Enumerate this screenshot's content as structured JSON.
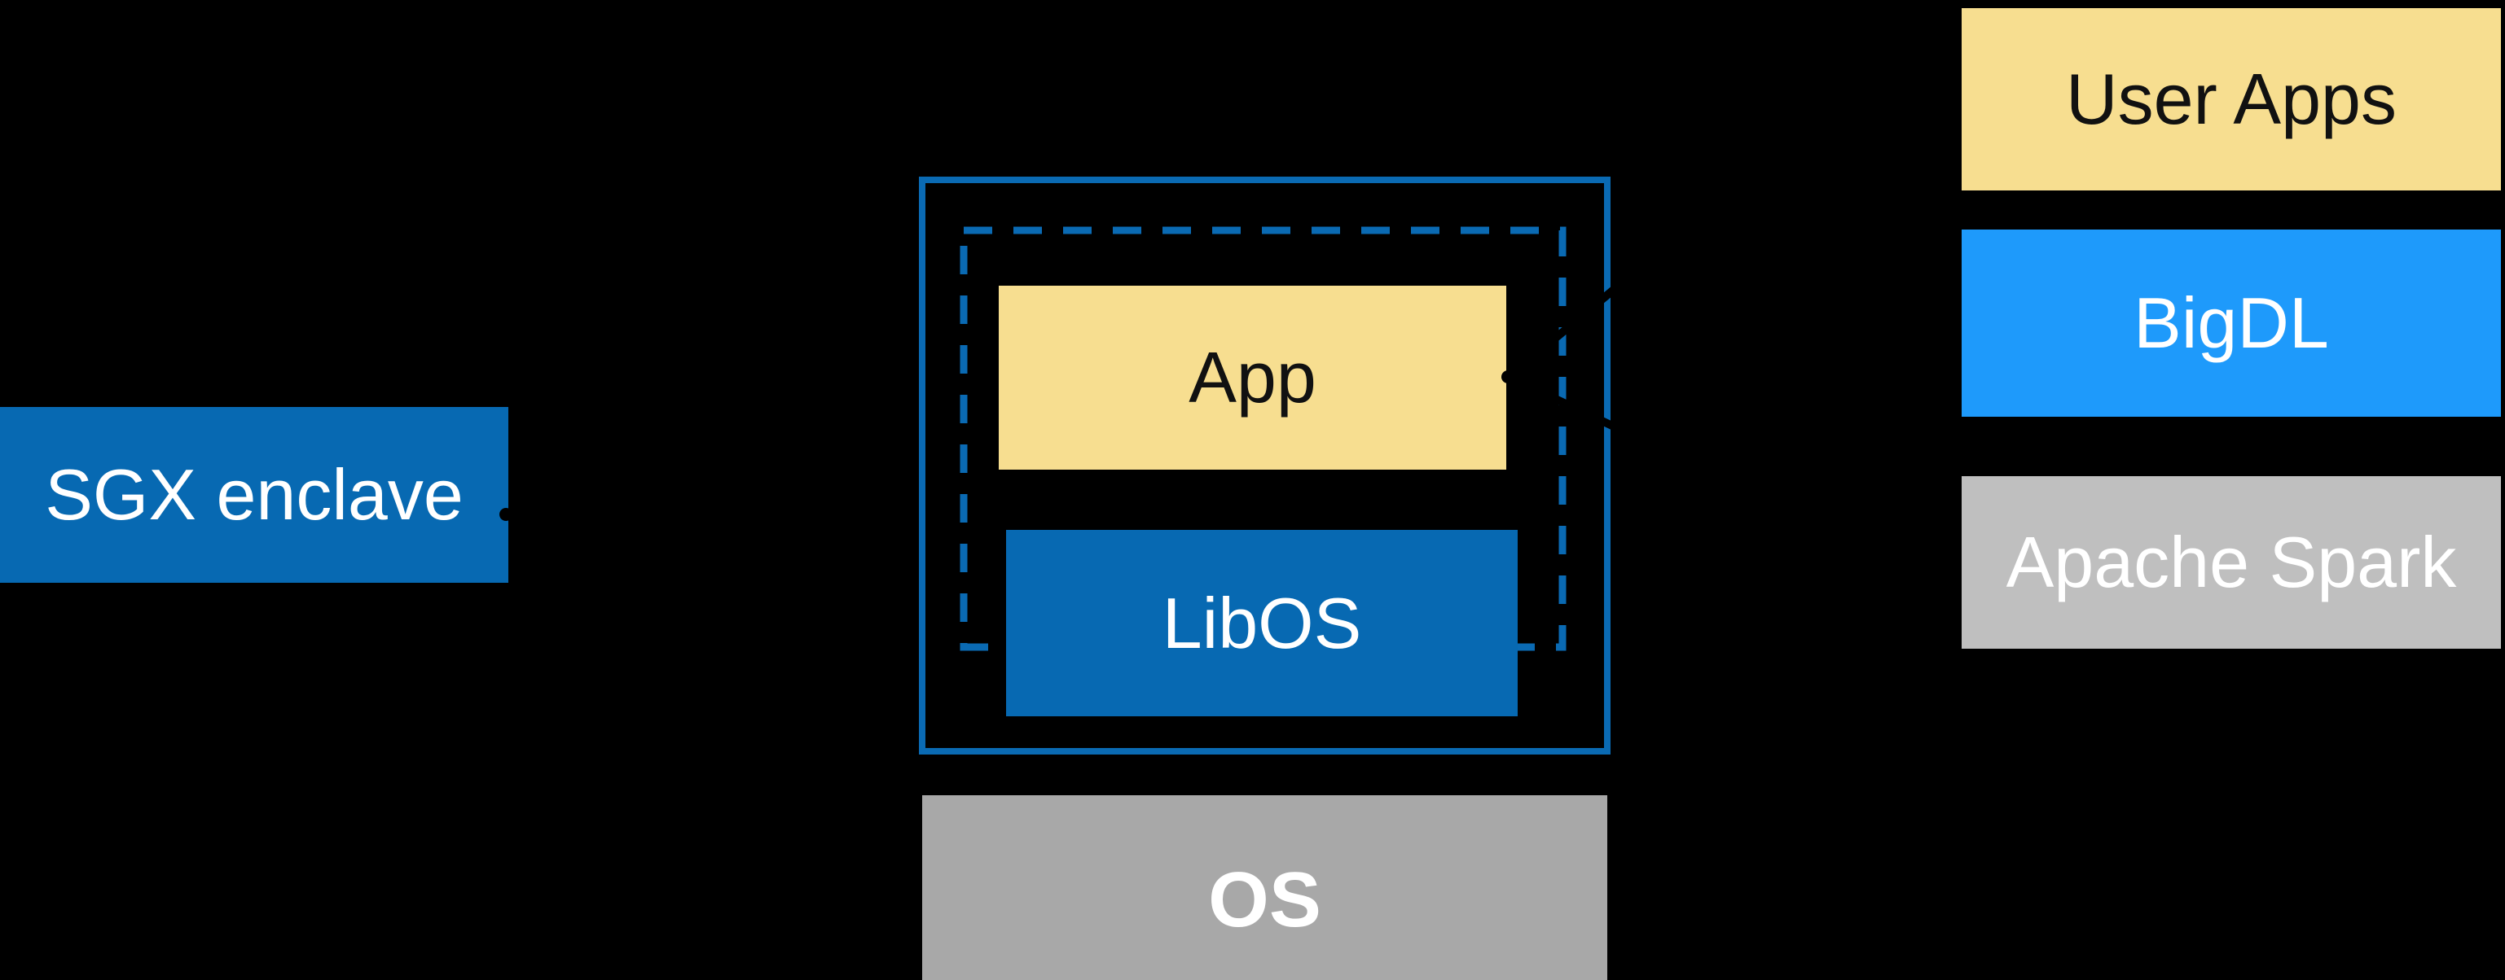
{
  "labels": {
    "sgx": "SGX enclave",
    "app": "App",
    "libos": "LibOS",
    "os": "OS",
    "user_apps": "User Apps",
    "bigdl": "BigDL",
    "apache_spark": "Apache Spark"
  },
  "colors": {
    "background": "#000000",
    "intel_blue": "#0769B2",
    "border_blue": "#0A6AB3",
    "light_blue": "#1E9AFB",
    "yellow": "#F7DE90",
    "gray_light": "#BFBFBF",
    "gray_mid": "#A8A8A8",
    "arrow_black": "#000000",
    "text_light": "#FFFFFF",
    "text_dark": "#111111"
  },
  "icons": {
    "sgx_pointer": "curved-arrow-from-sgx-label-to-enclave",
    "stack_pointer": "arrowhead-from-stack-to-app"
  }
}
